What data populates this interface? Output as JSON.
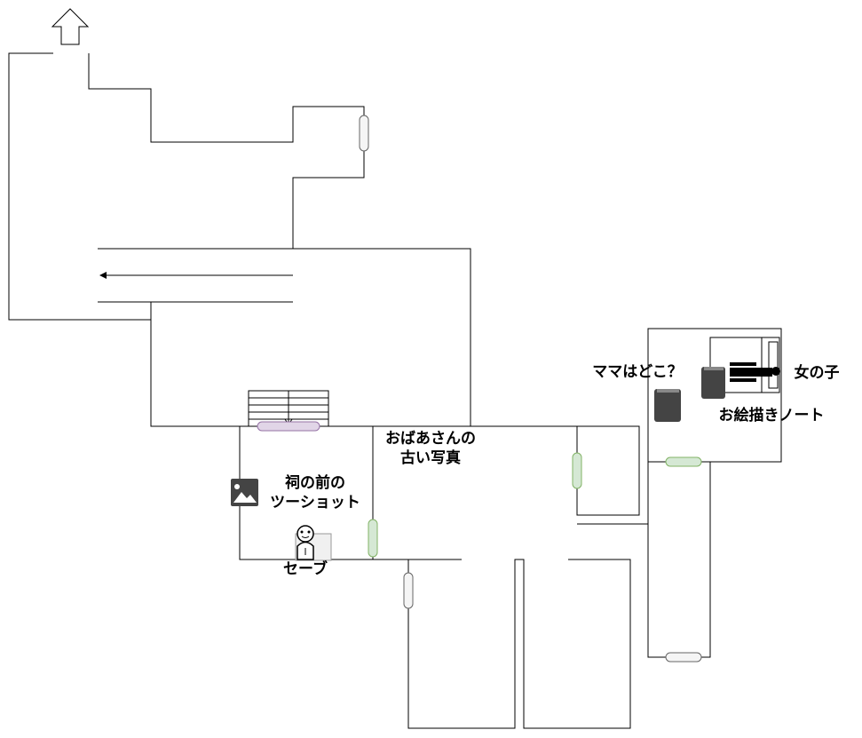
{
  "labels": {
    "old_photo": [
      "おばあさんの",
      "古い写真"
    ],
    "shrine_photo": [
      "祠の前の",
      "ツーショット"
    ],
    "save": "セーブ",
    "where_mama": "ママはどこ？",
    "girl": "女の子",
    "drawing_note": "お絵描きノート"
  },
  "icons": {
    "exit": "up-arrow-icon",
    "stairs": "stairs-icon",
    "photo": "image-icon",
    "save_statue": "jizo-statue-icon",
    "book": "book-icon",
    "person": "person-lying-icon",
    "bed": "bed-icon"
  },
  "colors": {
    "door_green_fill": "#d5e8d4",
    "door_green_stroke": "#82b366",
    "door_white_fill": "#f5f5f5",
    "door_purple_fill": "#e1d5e7",
    "door_purple_stroke": "#9673a6",
    "icon_dark": "#444444"
  }
}
